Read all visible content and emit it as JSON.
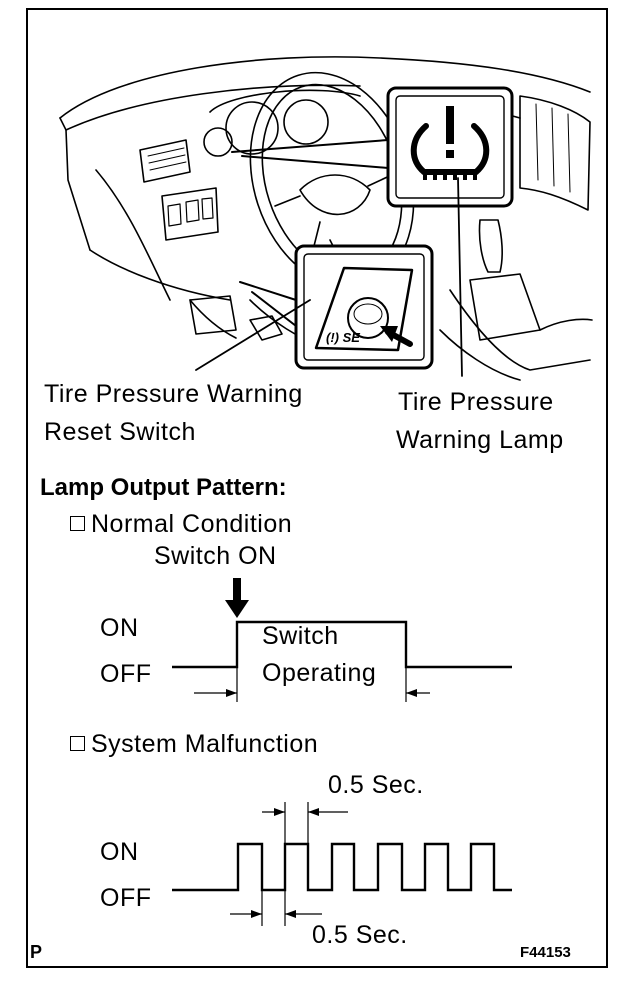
{
  "callouts": {
    "reset_switch_line1": "Tire  Pressure  Warning",
    "reset_switch_line2": "Reset Switch",
    "lamp_line1": "Tire Pressure",
    "lamp_line2": "Warning Lamp",
    "switch_text": "SE"
  },
  "heading": "Lamp Output Pattern:",
  "normal": {
    "checkbox_label": "Normal Condition",
    "switch_on": "Switch ON",
    "on_label": "ON",
    "off_label": "OFF",
    "pulse_label_line1": "Switch",
    "pulse_label_line2": "Operating"
  },
  "malfunction": {
    "checkbox_label": "System Malfunction",
    "on_label": "ON",
    "off_label": "OFF",
    "period_on": "0.5 Sec.",
    "period_off": "0.5 Sec.",
    "pulse_count": 6
  },
  "corner_left": "P",
  "corner_right": "F44153"
}
